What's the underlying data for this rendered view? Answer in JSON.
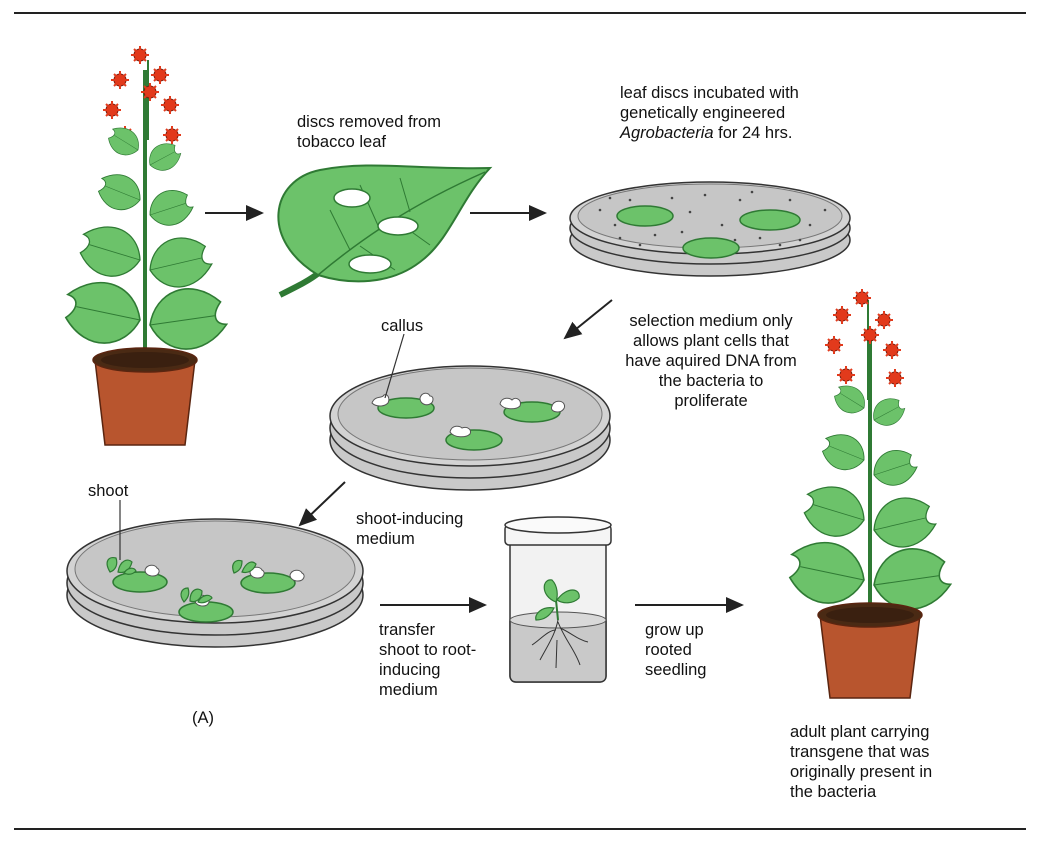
{
  "labels": {
    "discs_removed": [
      "discs removed from",
      "tobacco leaf"
    ],
    "incubated_line1": "leaf discs incubated with",
    "incubated_line2": "genetically engineered",
    "incubated_line3_italic": "Agrobacteria",
    "incubated_line3_rest": " for 24 hrs.",
    "callus": "callus",
    "selection": [
      "selection medium only",
      "allows plant cells that",
      "have aquired DNA from",
      "the bacteria to",
      "proliferate"
    ],
    "shoot": "shoot",
    "shoot_inducing": [
      "shoot-inducing",
      "medium"
    ],
    "transfer": [
      "transfer",
      "shoot to root-",
      "inducing",
      "medium"
    ],
    "grow_up": [
      "grow up",
      "rooted",
      "seedling"
    ],
    "panel": "(A)",
    "adult": [
      "adult plant carrying",
      "transgene that was",
      "originally present in",
      "the bacteria"
    ]
  },
  "colors": {
    "leaf_green": "#6cc26a",
    "leaf_dark": "#2f7a34",
    "dish_gray": "#c9c9c9",
    "pot": "#b8552e",
    "flower_red": "#e23a1c"
  }
}
